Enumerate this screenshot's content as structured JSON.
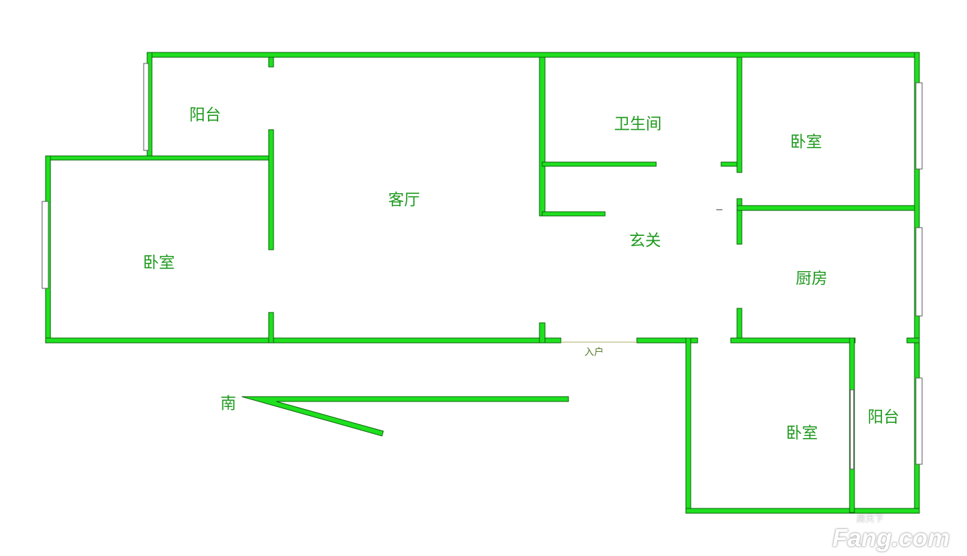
{
  "rooms": {
    "balcony_nw": "阳台",
    "living_room": "客厅",
    "bathroom": "卫生间",
    "bedroom_ne": "卧室",
    "bedroom_w": "卧室",
    "foyer": "玄关",
    "kitchen": "厨房",
    "bedroom_s": "卧室",
    "balcony_se": "阳台"
  },
  "entrance_label": "入户",
  "compass_label": "南",
  "watermark": {
    "brand": "Fang.com",
    "cn": "房天下"
  },
  "colors": {
    "wall": "#1fe01f",
    "label": "#1f9a1f"
  }
}
